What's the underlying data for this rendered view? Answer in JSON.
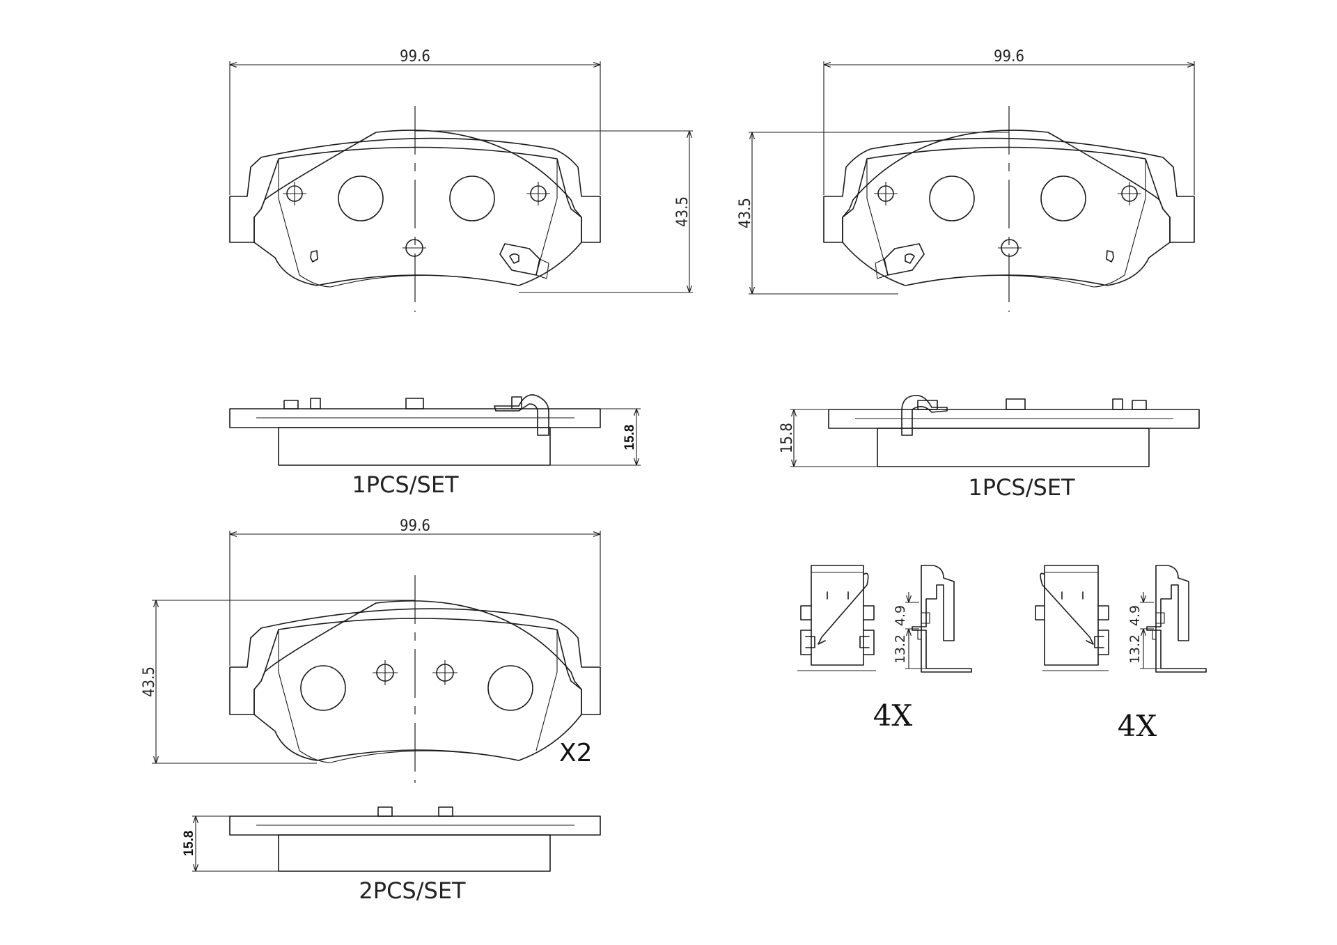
{
  "pad_top_left": {
    "width_dim": "99.6",
    "height_dim": "43.5"
  },
  "pad_top_right": {
    "width_dim": "99.6",
    "height_dim": "43.5"
  },
  "pad_bottom": {
    "width_dim": "99.6",
    "height_dim": "43.5",
    "multiplier": "X2"
  },
  "side_top_left": {
    "thickness_dim": "15.8",
    "set_label": "1PCS/SET"
  },
  "side_top_right": {
    "thickness_dim": "15.8",
    "set_label": "1PCS/SET"
  },
  "side_bottom": {
    "thickness_dim": "15.8",
    "set_label": "2PCS/SET"
  },
  "clip_left": {
    "dim_small": "4.9",
    "dim_large": "13.2",
    "quantity": "4X"
  },
  "clip_right": {
    "dim_small": "4.9",
    "dim_large": "13.2",
    "quantity": "4X"
  }
}
